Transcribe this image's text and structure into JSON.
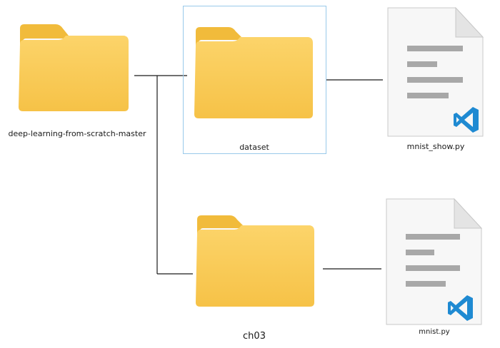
{
  "nodes": {
    "root": {
      "label": "deep-learning-from-scratch-master",
      "icon": "folder-icon"
    },
    "dataset": {
      "label": "dataset",
      "icon": "folder-icon",
      "selected": true
    },
    "ch03": {
      "label": "ch03",
      "icon": "folder-icon"
    },
    "file1": {
      "label": "mnist_show.py",
      "icon": "vscode-python-file-icon"
    },
    "file2": {
      "label": "mnist.py",
      "icon": "vscode-python-file-icon"
    }
  },
  "colors": {
    "folder_back": "#f4c342",
    "folder_front": "#fcd46a",
    "folder_front_bottom": "#f7c64d",
    "paper": "#e8e8e8",
    "doc_page": "#f7f7f7",
    "doc_lines": "#a8a8a8",
    "vscode_blue": "#1f8ad2",
    "connector": "#1a1a1a",
    "selection_border": "#99c9ea"
  }
}
